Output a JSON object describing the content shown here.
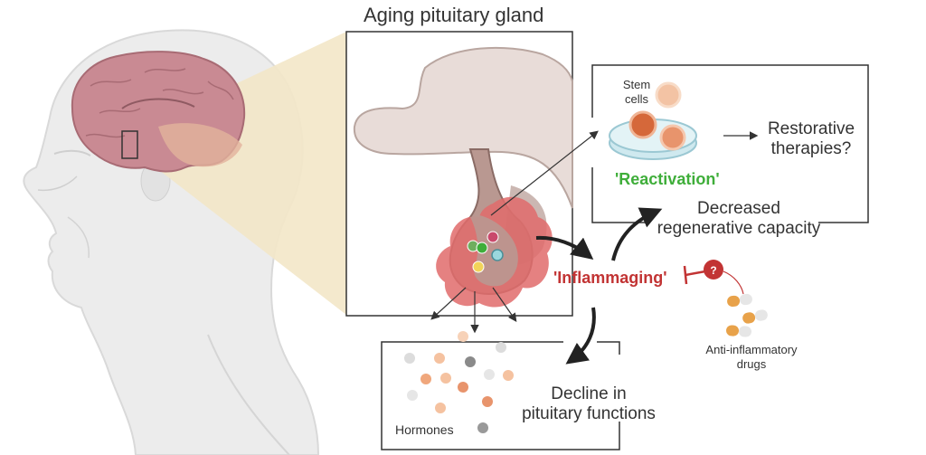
{
  "title": "Aging pituitary gland",
  "labels": {
    "stem_cells": "Stem\ncells",
    "reactivation": "'Reactivation'",
    "restorative": "Restorative\ntherapies?",
    "decreased": "Decreased\nregenerative capacity",
    "inflammaging": "'Inflammaging'",
    "drug_question": "?",
    "drugs": "Anti-inflammatory\ndrugs",
    "decline": "Decline in\npituitary functions",
    "hormones": "Hormones"
  },
  "colors": {
    "brain": "#c98a93",
    "gland": "#b99891",
    "inflammation": "#e06b6b",
    "reactivation_text": "#3fae3a",
    "inflammaging_text": "#c23434",
    "cone": "#f3e7c8",
    "stem_cell": "#e8946c",
    "dish": "#cfe9ef",
    "skin": "#eaeaea"
  },
  "icons": [
    "head-silhouette",
    "brain-icon",
    "pituitary-gland-icon",
    "petri-dish-icon",
    "pill-icon",
    "inhibition-icon",
    "hormone-dot-icon"
  ]
}
